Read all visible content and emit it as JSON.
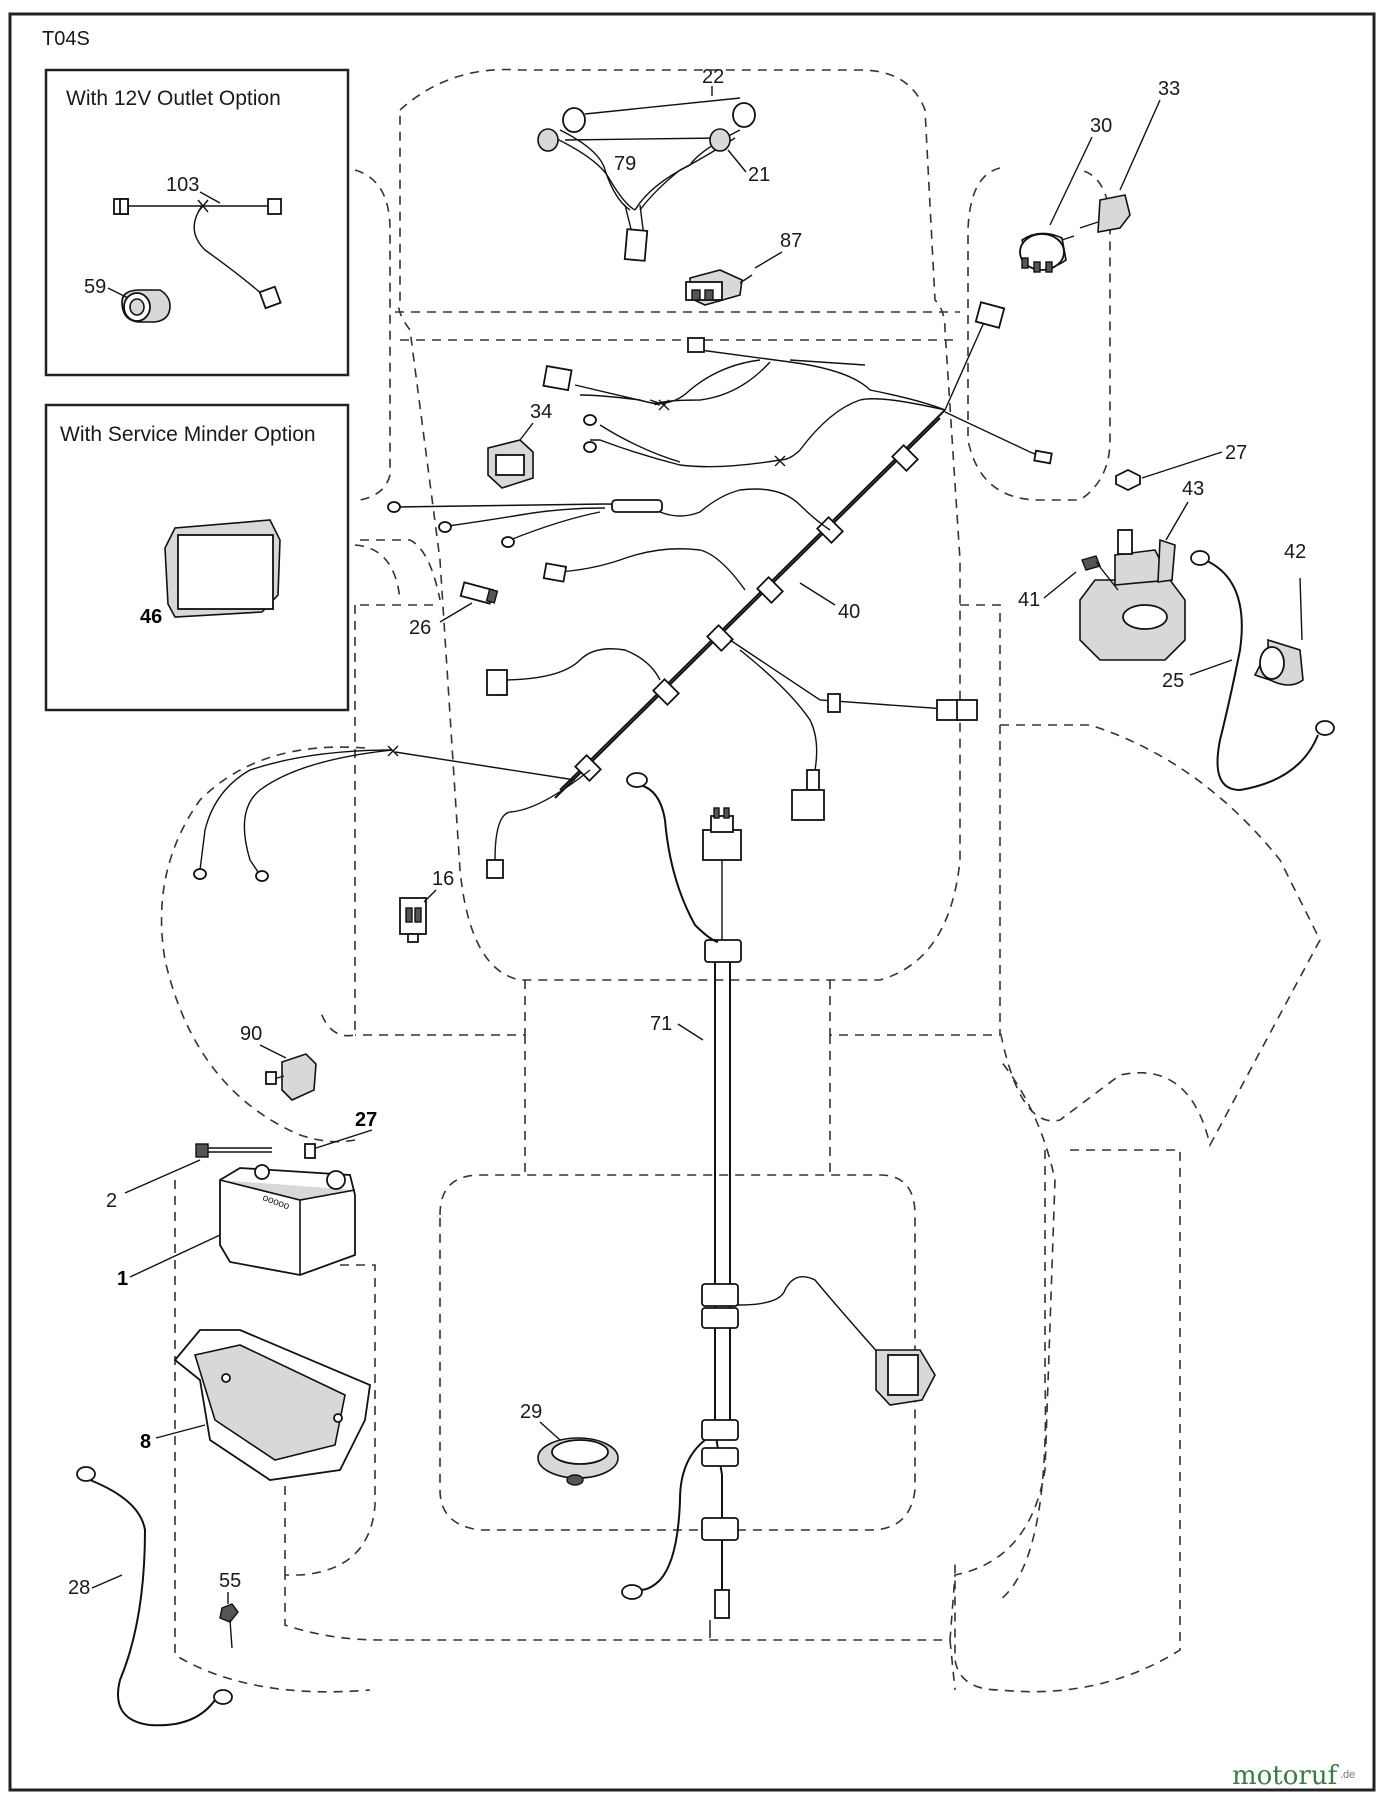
{
  "page_code": "T04S",
  "insets": {
    "outlet_option_title": "With 12V Outlet Option",
    "service_minder_title": "With Service Minder Option"
  },
  "callouts": {
    "p1": "1",
    "p2": "2",
    "p8": "8",
    "p16": "16",
    "p21": "21",
    "p22": "22",
    "p25": "25",
    "p26": "26",
    "p27_top": "27",
    "p27_battery": "27",
    "p28": "28",
    "p29": "29",
    "p30": "30",
    "p33": "33",
    "p34": "34",
    "p40": "40",
    "p41": "41",
    "p42": "42",
    "p43": "43",
    "p46": "46",
    "p55": "55",
    "p59": "59",
    "p71": "71",
    "p79": "79",
    "p87": "87",
    "p90": "90",
    "p103": "103"
  },
  "watermark": "motoruf.de"
}
